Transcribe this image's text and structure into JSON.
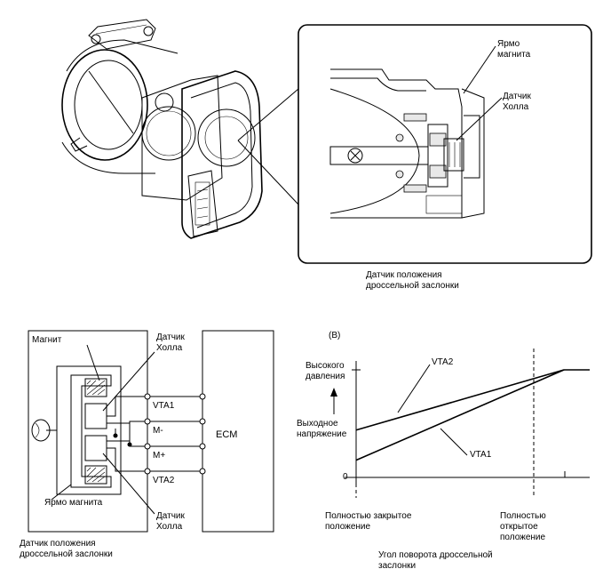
{
  "top": {
    "inset_yoke_label": "Ярмо\nмагнита",
    "inset_hall_label": "Датчик\nХолла",
    "caption": "Датчик положения\nдроссельной заслонки"
  },
  "circuit": {
    "magnet_label": "Магнит",
    "hall_top_label": "Датчик\nХолла",
    "hall_bottom_label": "Датчик\nХолла",
    "yoke_label": "Ярмо магнита",
    "ecm_label": "ECM",
    "terminals": [
      "VTA1",
      "M-",
      "M+",
      "VTA2"
    ],
    "caption": "Датчик положения\nдроссельной заслонки"
  },
  "graph": {
    "panel_label": "(B)",
    "y_high_label": "Высокого\nдавления",
    "y_axis_label": "Выходное\nнапряжение",
    "y_zero_label": "0",
    "x_closed_label": "Полностью закрытое\nположение",
    "x_open_label": "Полностью\nоткрытое\nположение",
    "x_axis_label": "Угол поворота дроссельной\nзаслонки",
    "series": [
      "VTA2",
      "VTA1"
    ]
  },
  "chart_data": {
    "type": "line",
    "xlabel": "Угол поворота дроссельной заслонки",
    "ylabel": "Выходное напряжение",
    "x": [
      "Полностью закрытое положение",
      "Полностью открытое положение"
    ],
    "series": [
      {
        "name": "VTA2",
        "values": [
          0.44,
          1.0
        ]
      },
      {
        "name": "VTA1",
        "values": [
          0.16,
          1.0
        ]
      }
    ]
  }
}
